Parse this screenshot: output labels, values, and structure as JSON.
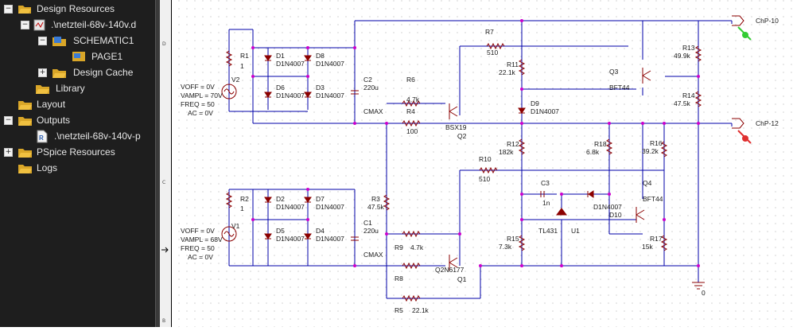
{
  "tree": {
    "items": [
      {
        "label": "Design Resources",
        "expander": "−"
      },
      {
        "label": ".\\netzteil-68v-140v.d",
        "expander": "−"
      },
      {
        "label": "SCHEMATIC1",
        "expander": "−"
      },
      {
        "label": "PAGE1",
        "expander": ""
      },
      {
        "label": "Design Cache",
        "expander": "+"
      },
      {
        "label": "Library",
        "expander": ""
      },
      {
        "label": "Layout",
        "expander": ""
      },
      {
        "label": "Outputs",
        "expander": "−"
      },
      {
        "label": ".\\netzteil-68v-140v-p",
        "expander": ""
      },
      {
        "label": "PSpice Resources",
        "expander": "+"
      },
      {
        "label": "Logs",
        "expander": ""
      }
    ],
    "colors": {
      "folder": "#d9a628",
      "accent": "#3a7bd5"
    }
  },
  "ruler": {
    "ticks": [
      "D",
      "C",
      "B"
    ]
  },
  "schematic": {
    "components": [
      {
        "ref": "R1",
        "value": "1"
      },
      {
        "ref": "R2",
        "value": "1"
      },
      {
        "ref": "V2",
        "params": [
          "VOFF = 0V",
          "VAMPL = 70V",
          "FREQ = 50",
          "AC = 0V"
        ]
      },
      {
        "ref": "V1",
        "params": [
          "VOFF = 0V",
          "VAMPL = 68V",
          "FREQ = 50",
          "AC = 0V"
        ]
      },
      {
        "ref": "D1",
        "value": "D1N4007"
      },
      {
        "ref": "D8",
        "value": "D1N4007"
      },
      {
        "ref": "D6",
        "value": "D1N4007"
      },
      {
        "ref": "D3",
        "value": "D1N4007"
      },
      {
        "ref": "D2",
        "value": "D1N4007"
      },
      {
        "ref": "D7",
        "value": "D1N4007"
      },
      {
        "ref": "D5",
        "value": "D1N4007"
      },
      {
        "ref": "D4",
        "value": "D1N4007"
      },
      {
        "ref": "C2",
        "value": "220u",
        "extra": "CMAX"
      },
      {
        "ref": "C1",
        "value": "220u",
        "extra": "CMAX"
      },
      {
        "ref": "R6",
        "value": "4.7k"
      },
      {
        "ref": "R4",
        "value": "100"
      },
      {
        "ref": "R3",
        "value": "47.5k"
      },
      {
        "ref": "R9",
        "value": "4.7k"
      },
      {
        "ref": "R8",
        "value": ""
      },
      {
        "ref": "R5",
        "value": "22.1k"
      },
      {
        "ref": "Q2",
        "value": "BSX19"
      },
      {
        "ref": "Q1",
        "value": "Q2N6177"
      },
      {
        "ref": "R7",
        "value": "510"
      },
      {
        "ref": "R11",
        "value": "22.1k"
      },
      {
        "ref": "D9",
        "value": "D1N4007"
      },
      {
        "ref": "R12",
        "value": "182k"
      },
      {
        "ref": "R10",
        "value": "510"
      },
      {
        "ref": "C3",
        "value": "1n"
      },
      {
        "ref": "D10",
        "value": "D1N4007"
      },
      {
        "ref": "U1",
        "value": "TL431"
      },
      {
        "ref": "R15",
        "value": "7.3k"
      },
      {
        "ref": "R18",
        "value": "6.8k"
      },
      {
        "ref": "Q3",
        "value": "BFT44"
      },
      {
        "ref": "Q4",
        "value": "BFT44"
      },
      {
        "ref": "R13",
        "value": "49.9k"
      },
      {
        "ref": "R14",
        "value": "47.5k"
      },
      {
        "ref": "R16",
        "value": "39.2k"
      },
      {
        "ref": "R17",
        "value": "15k"
      }
    ],
    "probes": [
      {
        "label": "ChP-10",
        "color": "#33cc33"
      },
      {
        "label": "ChP-12",
        "color": "#e03030"
      }
    ],
    "ground_label": "0",
    "colors": {
      "wire": "#0000aa",
      "part": "#8b0000",
      "junction": "#cc00cc"
    }
  }
}
